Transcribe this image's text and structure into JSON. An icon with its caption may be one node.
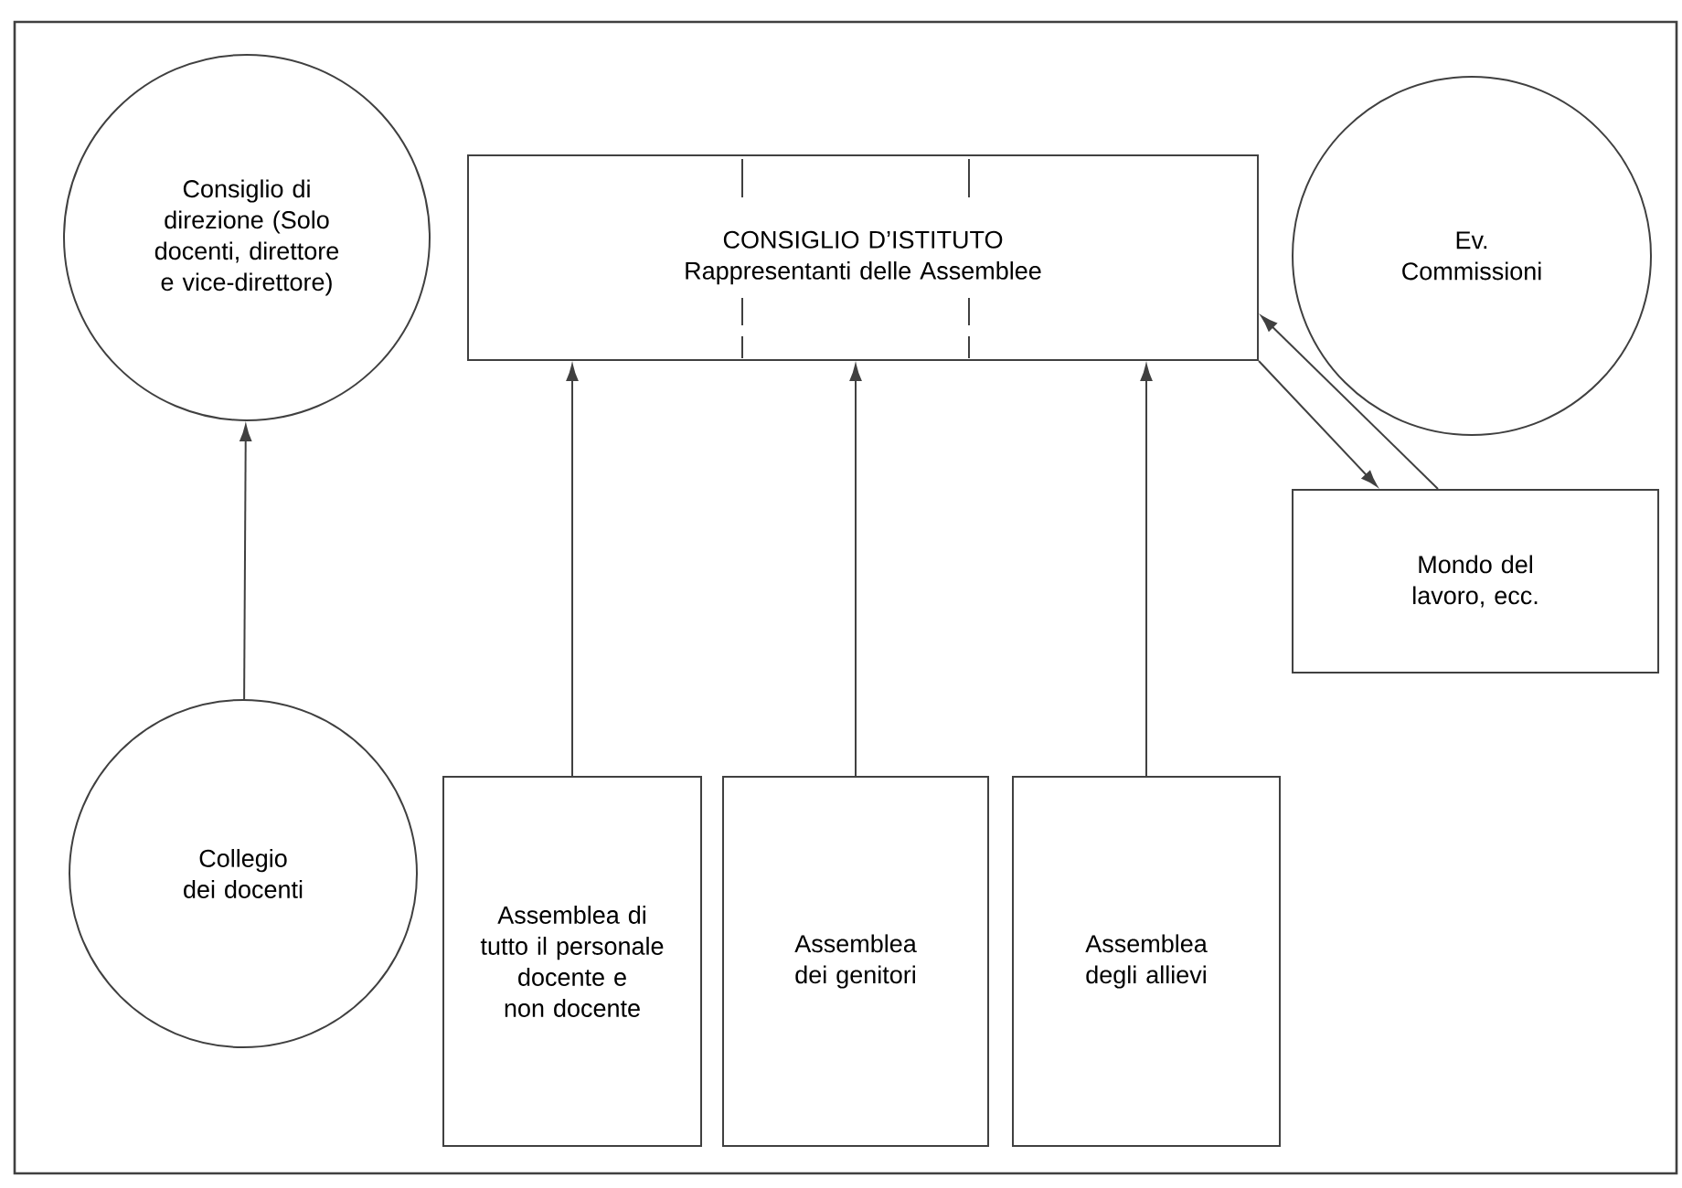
{
  "diagram": {
    "nodes": [
      {
        "text": [
          "Consiglio di direzione (Solo docenti, direttore e vice-direttore)"
        ]
      },
      {
        "text": [
          "CONSIGLIO D’ISTITUTO",
          "Rappresentanti delle Assemblee"
        ]
      },
      {
        "text": [
          "Ev. Commissioni"
        ]
      },
      {
        "text": [
          "Mondo del lavoro, ecc."
        ]
      },
      {
        "text": [
          "Collegio dei docenti"
        ]
      },
      {
        "text": [
          "Assemblea di tutto il personale docente e non docente"
        ]
      },
      {
        "text": [
          "Assemblea dei genitori"
        ]
      },
      {
        "text": [
          "Assemblea degli allievi"
        ]
      }
    ],
    "edges": [
      {
        "from": 4,
        "to": 0,
        "arrow": "to"
      },
      {
        "from": 5,
        "to": 1,
        "arrow": "to"
      },
      {
        "from": 6,
        "to": 1,
        "arrow": "to"
      },
      {
        "from": 7,
        "to": 1,
        "arrow": "to"
      },
      {
        "from": 1,
        "to": 3,
        "arrow": "to"
      },
      {
        "from": 3,
        "to": 1,
        "arrow": "to"
      }
    ]
  }
}
